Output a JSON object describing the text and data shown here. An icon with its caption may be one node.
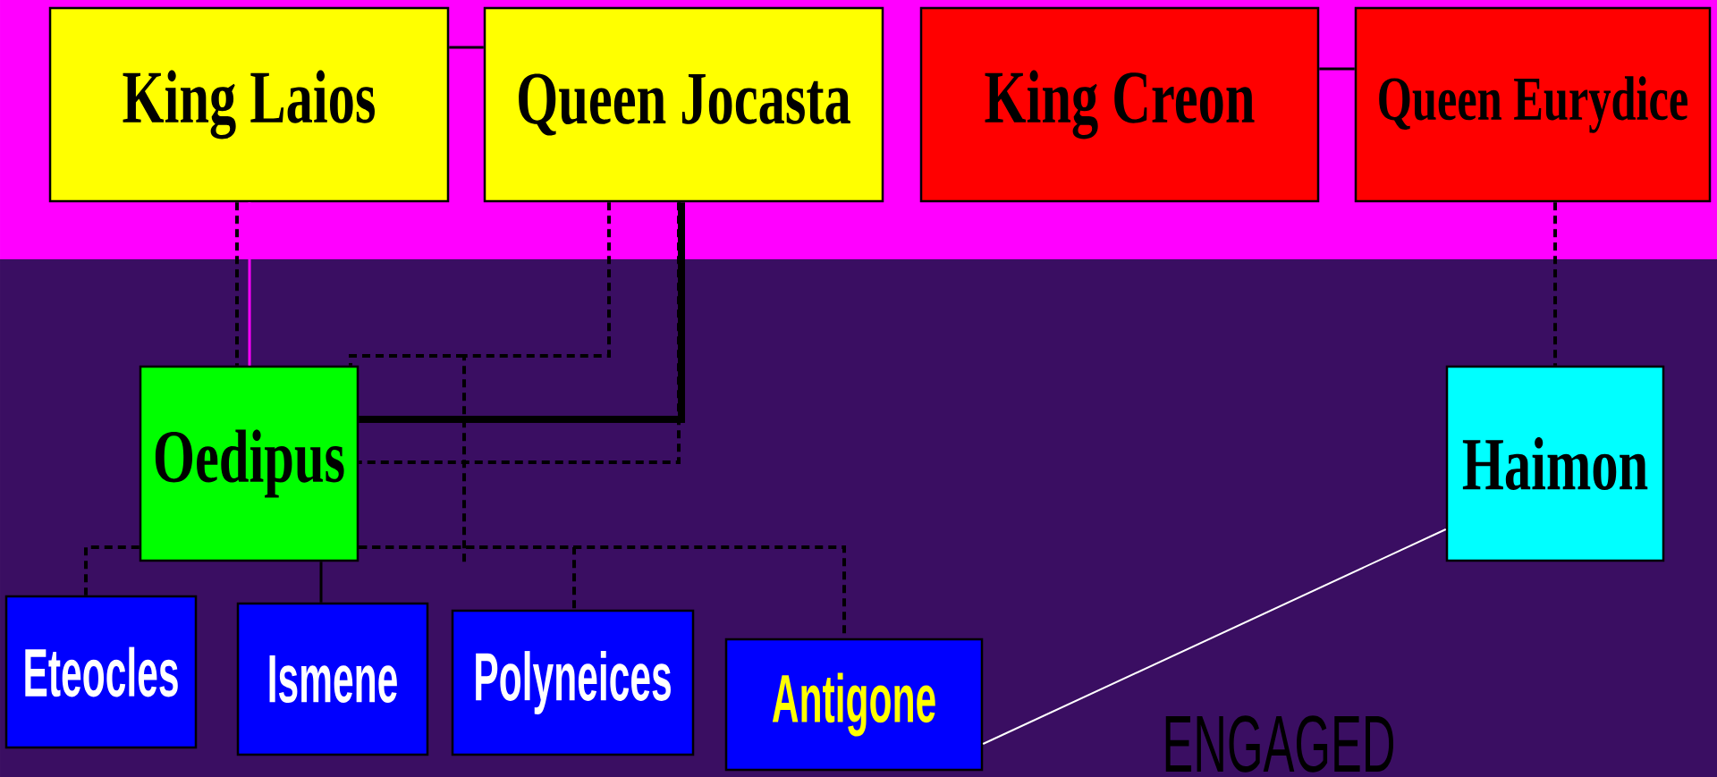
{
  "diagram": {
    "nodes": [
      {
        "text": [
          "King Laios"
        ]
      },
      {
        "text": [
          "Queen Jocasta"
        ]
      },
      {
        "text": [
          "King Creon"
        ]
      },
      {
        "text": [
          "Queen Eurydice"
        ]
      },
      {
        "text": [
          "Oedipus"
        ]
      },
      {
        "text": [
          "Haimon"
        ]
      },
      {
        "text": [
          "Eteocles"
        ]
      },
      {
        "text": [
          "Ismene"
        ]
      },
      {
        "text": [
          "Polyneices"
        ]
      },
      {
        "text": [
          "Antigone"
        ]
      }
    ],
    "edges": [
      {
        "from": 0,
        "to": 1,
        "arrow": "none"
      },
      {
        "from": 2,
        "to": 3,
        "arrow": "none"
      },
      {
        "from": 0,
        "to": 4,
        "arrow": "none",
        "style": "dashed"
      },
      {
        "from": 0,
        "to": 4,
        "arrow": "none",
        "color": "#ff00ff"
      },
      {
        "from": 1,
        "to": 4,
        "arrow": "none",
        "style": "dashed"
      },
      {
        "from": 1,
        "to": 4,
        "arrow": "none",
        "style": "thick"
      },
      {
        "from": 1,
        "to": 4,
        "arrow": "none",
        "style": "dashed"
      },
      {
        "from": 4,
        "to": 6,
        "arrow": "none",
        "style": "dashed"
      },
      {
        "from": 4,
        "to": 7,
        "arrow": "none"
      },
      {
        "from": 4,
        "to": 8,
        "arrow": "none",
        "style": "dashed"
      },
      {
        "from": 4,
        "to": 9,
        "arrow": "none",
        "style": "dashed"
      },
      {
        "from": 3,
        "to": 5,
        "arrow": "none",
        "style": "dashed"
      },
      {
        "from": 9,
        "to": 5,
        "arrow": "none",
        "color": "#ffffff"
      }
    ],
    "labels": [
      "ENGAGED"
    ]
  }
}
